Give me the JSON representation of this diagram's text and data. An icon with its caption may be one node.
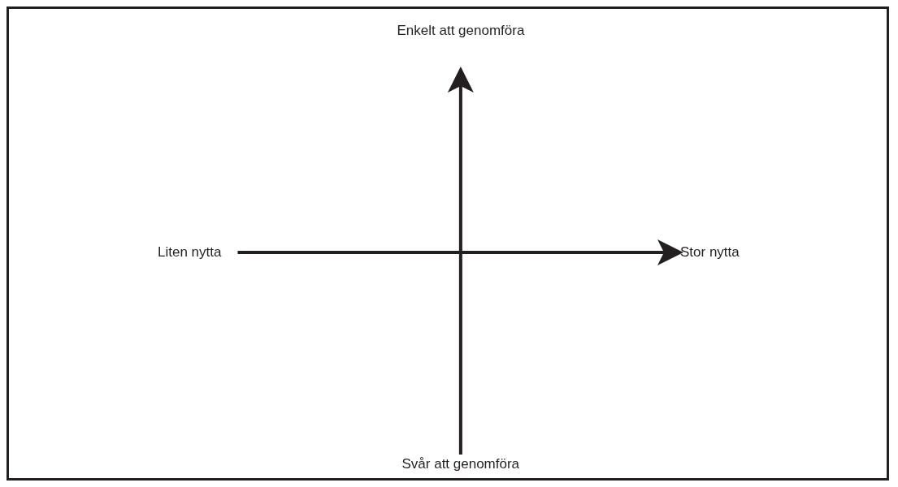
{
  "diagram": {
    "nodes": [
      {
        "text": [
          "Enkelt att genomföra"
        ]
      },
      {
        "text": [
          "Liten nytta"
        ]
      },
      {
        "text": [
          "Stor nytta"
        ]
      },
      {
        "text": [
          "Svår att genomföra"
        ]
      }
    ],
    "edges": [
      {
        "from": 1,
        "to": 2,
        "arrow": "to"
      },
      {
        "from": 3,
        "to": 0,
        "arrow": "to"
      }
    ]
  }
}
